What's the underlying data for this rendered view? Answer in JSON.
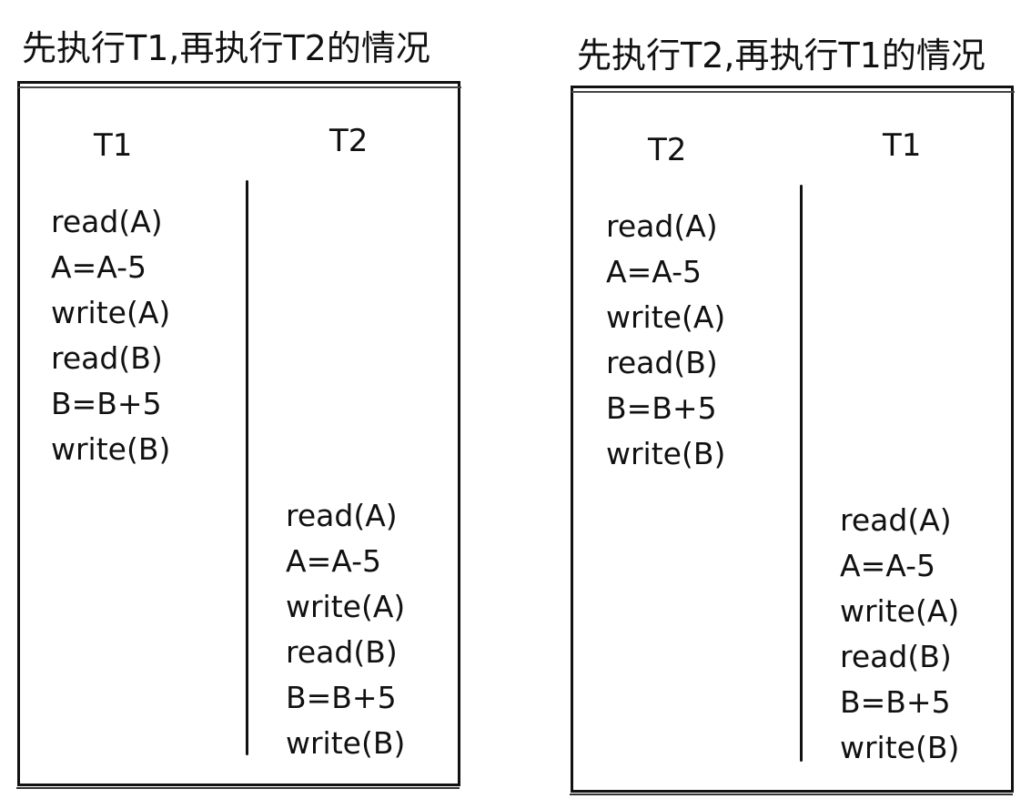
{
  "panels": [
    {
      "title": "先执行T1,再执行T2的情况",
      "columns": [
        "T1",
        "T2"
      ],
      "left_ops": [
        "read(A)",
        "A=A-5",
        "write(A)",
        "read(B)",
        "B=B+5",
        "write(B)"
      ],
      "right_ops": [
        "read(A)",
        "A=A-5",
        "write(A)",
        "read(B)",
        "B=B+5",
        "write(B)"
      ]
    },
    {
      "title": "先执行T2,再执行T1的情况",
      "columns": [
        "T2",
        "T1"
      ],
      "left_ops": [
        "read(A)",
        "A=A-5",
        "write(A)",
        "read(B)",
        "B=B+5",
        "write(B)"
      ],
      "right_ops": [
        "read(A)",
        "A=A-5",
        "write(A)",
        "read(B)",
        "B=B+5",
        "write(B)"
      ]
    }
  ]
}
